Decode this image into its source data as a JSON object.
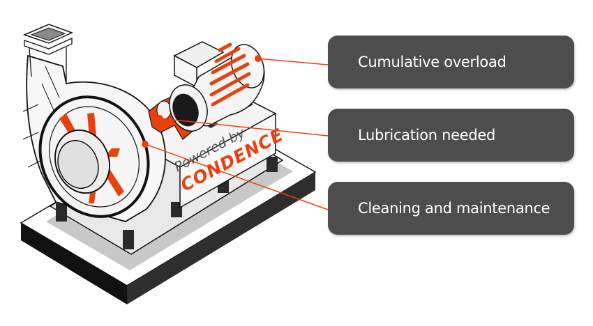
{
  "colors": {
    "accent": "#e8410f",
    "label_bg": "#4d4d4d",
    "label_text": "#ffffff",
    "outline": "#111111",
    "machine_fill": "#f2f2f2",
    "base_dark": "#2b2b2b"
  },
  "brand": {
    "powered_by": "Powered by",
    "name": "CONDENCE"
  },
  "callouts": [
    {
      "label": "Cumulative overload",
      "target": "motor"
    },
    {
      "label": "Lubrication needed",
      "target": "bearing-coupling"
    },
    {
      "label": "Cleaning and maintenance",
      "target": "fan-housing"
    }
  ]
}
